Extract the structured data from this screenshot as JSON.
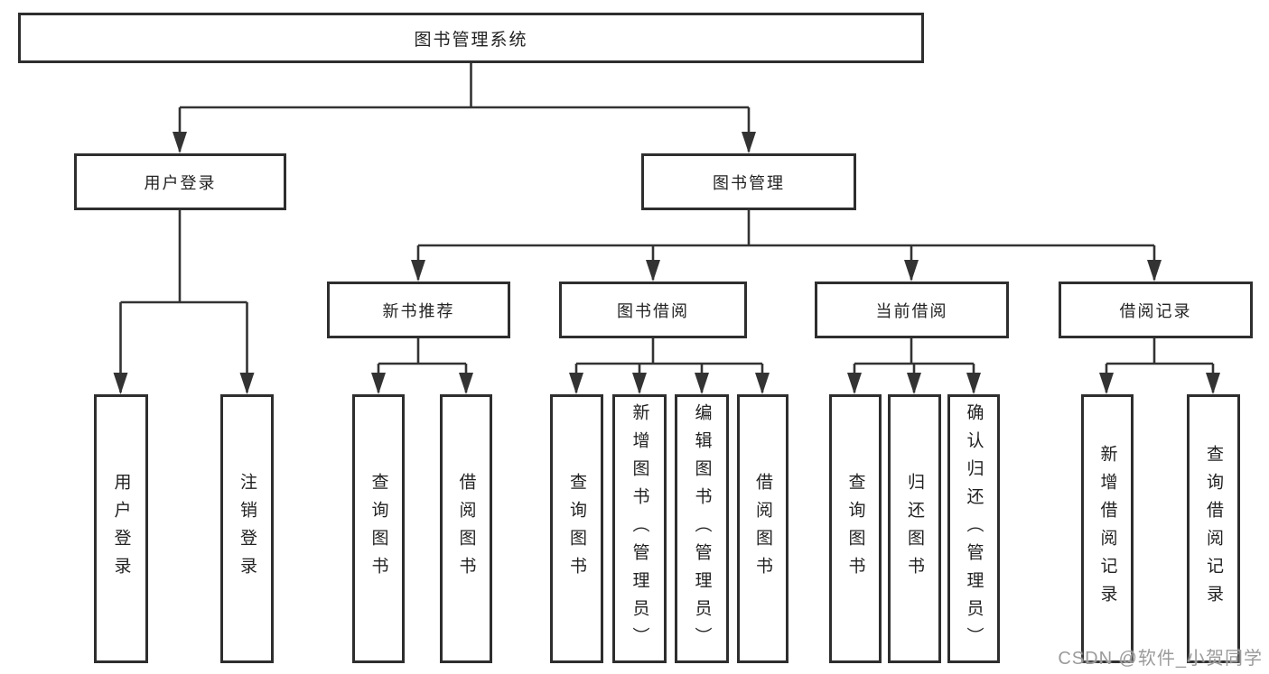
{
  "canvas": {
    "background": "#ffffff",
    "line_color": "#333333",
    "box_border_color": "#2e2e2e",
    "text_color": "#222222",
    "watermark_color": "#9b9b9b"
  },
  "tree": {
    "root": {
      "label": "图书管理系统"
    },
    "branches": [
      {
        "label": "用户登录"
      },
      {
        "label": "图书管理"
      }
    ],
    "modules": [
      {
        "label": "新书推荐",
        "parent": "图书管理"
      },
      {
        "label": "图书借阅",
        "parent": "图书管理"
      },
      {
        "label": "当前借阅",
        "parent": "图书管理"
      },
      {
        "label": "借阅记录",
        "parent": "图书管理"
      }
    ],
    "leaves": [
      {
        "label": "用户登录",
        "parent": "用户登录"
      },
      {
        "label": "注销登录",
        "parent": "用户登录"
      },
      {
        "label": "查询图书",
        "parent": "新书推荐"
      },
      {
        "label": "借阅图书",
        "parent": "新书推荐"
      },
      {
        "label": "查询图书",
        "parent": "图书借阅"
      },
      {
        "label": "新增图书（管理员）",
        "parent": "图书借阅"
      },
      {
        "label": "编辑图书（管理员）",
        "parent": "图书借阅"
      },
      {
        "label": "借阅图书",
        "parent": "图书借阅"
      },
      {
        "label": "查询图书",
        "parent": "当前借阅"
      },
      {
        "label": "归还图书",
        "parent": "当前借阅"
      },
      {
        "label": "确认归还（管理员）",
        "parent": "当前借阅"
      },
      {
        "label": "新增借阅记录",
        "parent": "借阅记录"
      },
      {
        "label": "查询借阅记录",
        "parent": "借阅记录"
      }
    ]
  },
  "watermark": "CSDN @软件_小贺同学"
}
